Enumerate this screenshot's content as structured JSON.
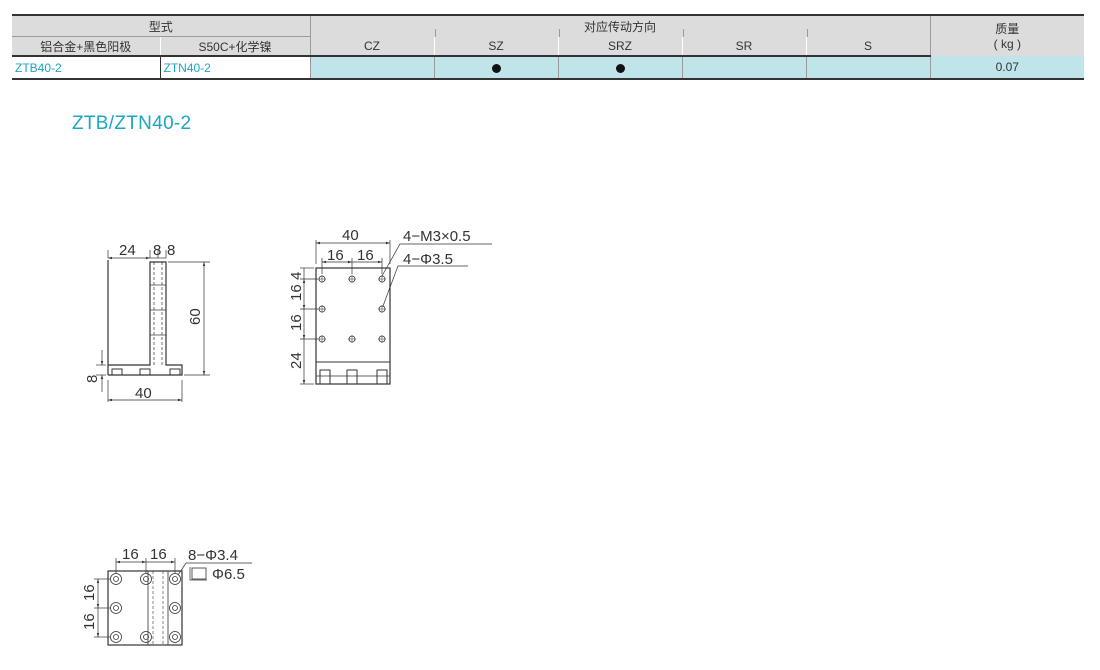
{
  "table": {
    "header": {
      "type_group": "型式",
      "type_cols": [
        "铝合金+黑色阳极",
        "S50C+化学镍"
      ],
      "direction_group": "对应传动方向",
      "direction_cols": [
        "CZ",
        "SZ",
        "SRZ",
        "SR",
        "S"
      ],
      "mass_line1": "质量",
      "mass_line2": "( kg )"
    },
    "rows": [
      {
        "aluminum_model": "ZTB40-2",
        "steel_model": "ZTN40-2",
        "directions": {
          "CZ": false,
          "SZ": true,
          "SRZ": true,
          "SR": false,
          "S": false
        },
        "mass": "0.07"
      }
    ]
  },
  "drawing": {
    "title": "ZTB/ZTN40-2",
    "front_view": {
      "dim_24": "24",
      "dim_8a": "8",
      "dim_8b": "8",
      "dim_60": "60",
      "dim_8_left": "8",
      "dim_40": "40"
    },
    "side_view": {
      "dim_40": "40",
      "dim_16a": "16",
      "dim_16b": "16",
      "dim_4": "4",
      "dim_16_v1": "16",
      "dim_16_v2": "16",
      "dim_24": "24",
      "note_thread": "4−M3×0.5",
      "note_hole": "4−Φ3.5"
    },
    "bottom_view": {
      "dim_16a": "16",
      "dim_16b": "16",
      "dim_16_v1": "16",
      "dim_16_v2": "16",
      "note_hole": "8−Φ3.4",
      "note_cbore": "Φ6.5"
    }
  },
  "colors": {
    "accent": "#1aa6c4",
    "header_bg": "#dcdcdc",
    "highlight_bg": "#bfe4ea",
    "line": "#333333"
  }
}
